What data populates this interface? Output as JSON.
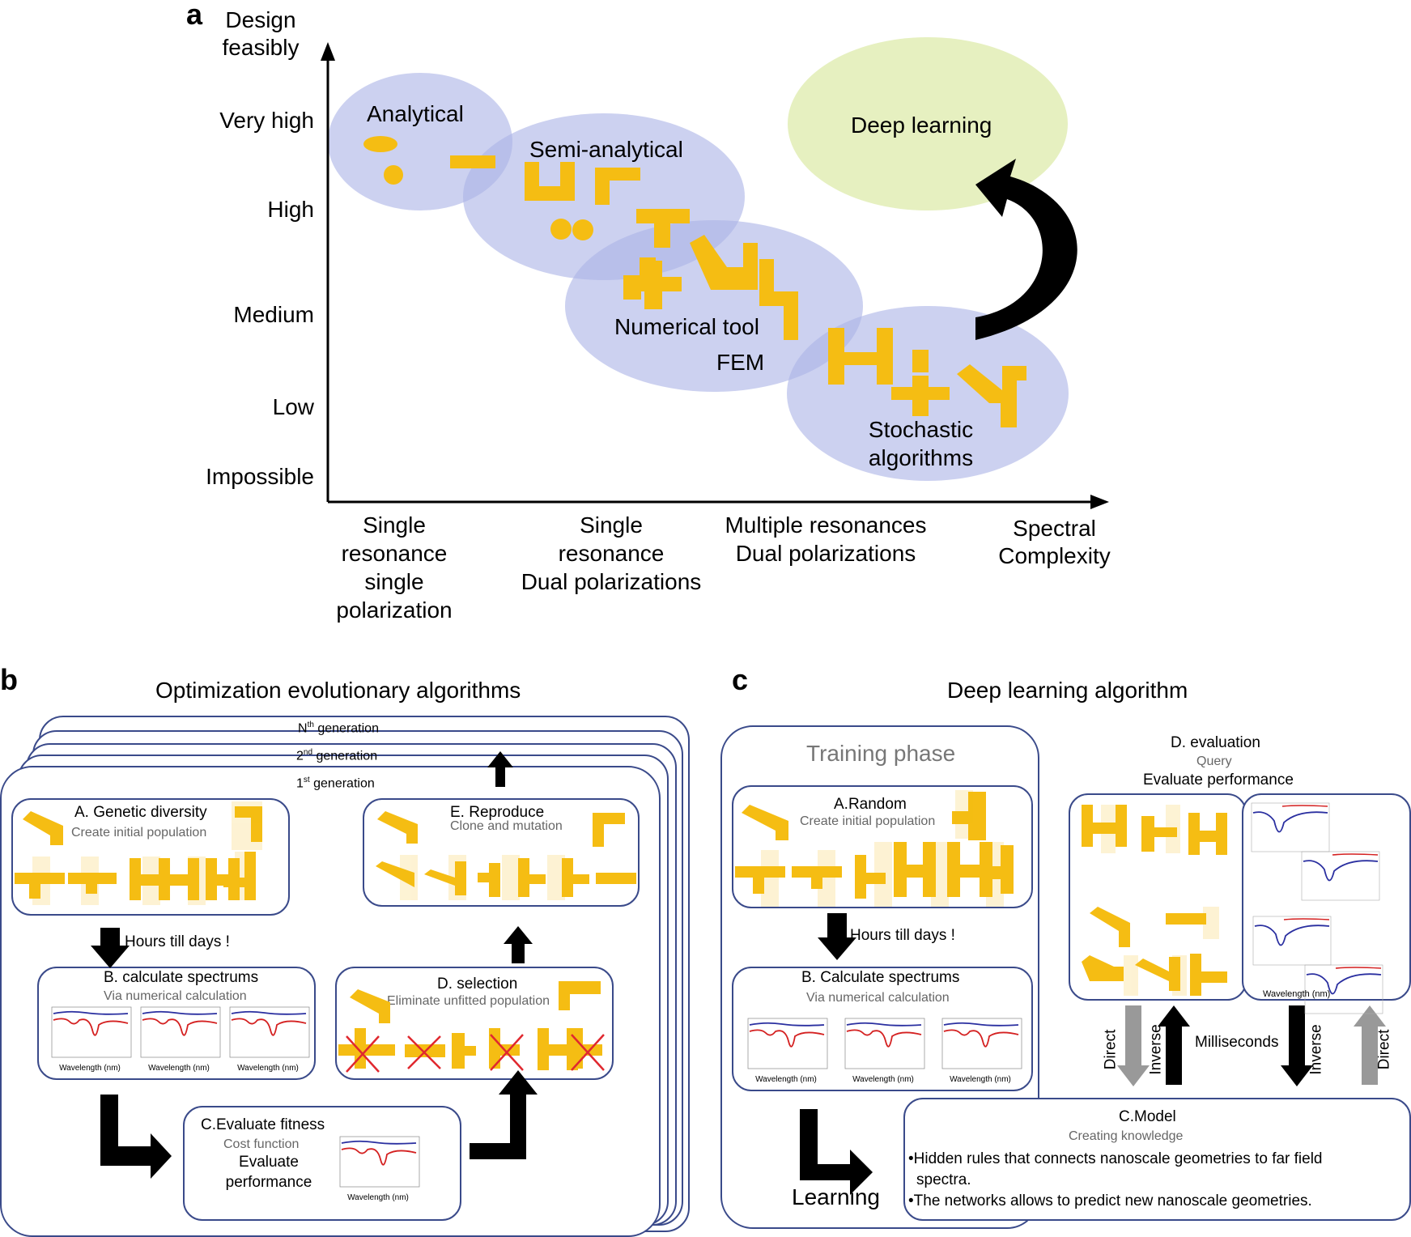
{
  "panel_a": {
    "letter": "a",
    "y_axis_title_1": "Design",
    "y_axis_title_2": "feasibly",
    "y_ticks": [
      "Very high",
      "High",
      "Medium",
      "Low",
      "Impossible"
    ],
    "x_ticks": [
      [
        "Single",
        "resonance",
        "single",
        "polarization"
      ],
      [
        "Single",
        "resonance",
        "Dual polarizations"
      ],
      [
        "Multiple resonances",
        "Dual polarizations"
      ]
    ],
    "x_axis_title_1": "Spectral",
    "x_axis_title_2": "Complexity",
    "regions": {
      "analytical": "Analytical",
      "semi_analytical": "Semi-analytical",
      "numerical_1": "Numerical tool",
      "numerical_2": "FEM",
      "stochastic_1": "Stochastic",
      "stochastic_2": "algorithms",
      "deep_learning": "Deep learning"
    },
    "colors": {
      "ellipse": "#aab2e6",
      "deep_learning": "#e6f0c0",
      "shape": "#f5bd13"
    }
  },
  "panel_b": {
    "letter": "b",
    "title": "Optimization evolutionary algorithms",
    "gen_n": "N",
    "gen_n_sup": "th",
    "gen_2": "2",
    "gen_2_sup": "nd",
    "gen_1": "1",
    "gen_1_sup": "st",
    "gen_suffix": " generation",
    "box_a_title": "A. Genetic diversity",
    "box_a_sub": "Create initial population",
    "arrow_label": "Hours till days !",
    "box_b_title": "B. calculate spectrums",
    "box_b_sub": "Via numerical calculation",
    "box_c_title": "C.Evaluate fitness",
    "box_c_sub": "Cost function",
    "box_c_line1": "Evaluate",
    "box_c_line2": "performance",
    "box_d_title": "D. selection",
    "box_d_sub": "Eliminate unfitted population",
    "box_e_title": "E. Reproduce",
    "box_e_sub": "Clone and mutation",
    "wavelength": "Wavelength (nm)"
  },
  "panel_c": {
    "letter": "c",
    "title": "Deep learning algorithm",
    "training": "Training phase",
    "box_a_title": "A.Random",
    "box_a_sub": "Create initial population",
    "arrow_label": "Hours till days !",
    "box_b_title": "B. Calculate spectrums",
    "box_b_sub": "Via numerical calculation",
    "learning": "Learning",
    "eval_title": "D. evaluation",
    "eval_query": "Query",
    "eval_perf": "Evaluate performance",
    "direct": "Direct",
    "inverse": "Inverse",
    "milliseconds": "Milliseconds",
    "model_title": "C.Model",
    "model_sub": "Creating knowledge",
    "bullet1a": "•Hidden rules that connects nanoscale geometries to far field",
    "bullet1b": "spectra.",
    "bullet2": "•The networks allows to predict new nanoscale geometries.",
    "wavelength": "Wavelength (nm)"
  }
}
